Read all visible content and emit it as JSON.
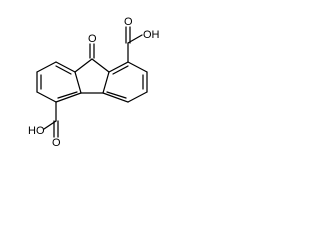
{
  "structure": {
    "atom_labels": {
      "ketone_oxygen": "O",
      "acid_right_hydroxyl": "OH",
      "acid_right_carbonyl_oxygen": "O",
      "acid_bottom_hydroxyl": "HO",
      "acid_bottom_carbonyl_oxygen": "O"
    }
  },
  "colors": {
    "bond": "#000000",
    "text": "#000000",
    "background": "#ffffff"
  }
}
